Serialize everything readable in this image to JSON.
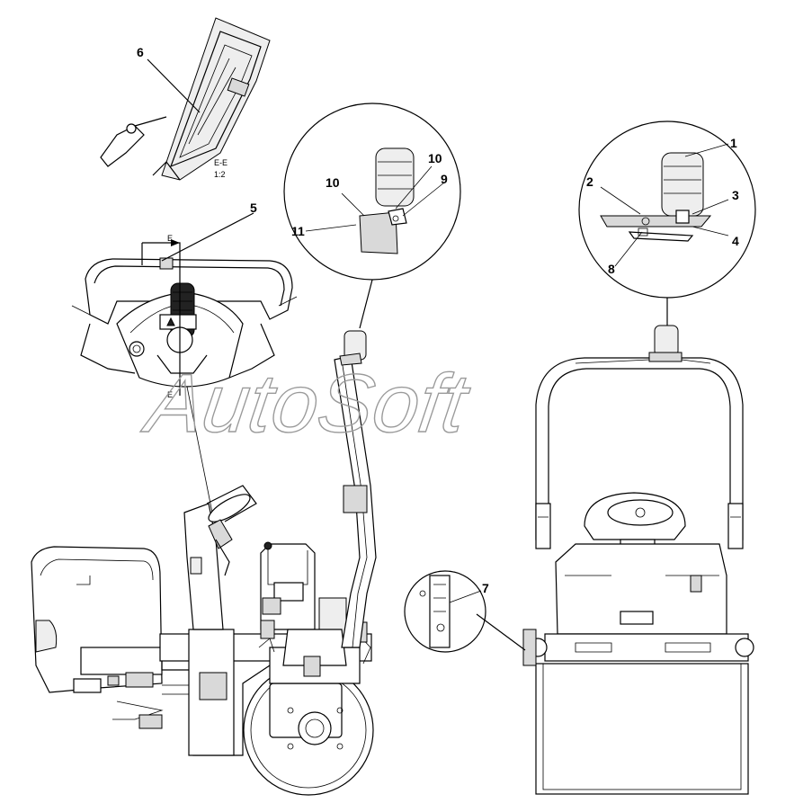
{
  "callouts": {
    "c1": "1",
    "c2": "2",
    "c3": "3",
    "c4": "4",
    "c5": "5",
    "c6": "6",
    "c7": "7",
    "c8": "8",
    "c9": "9",
    "c10a": "10",
    "c10b": "10",
    "c11": "11"
  },
  "section_label": "E-E",
  "section_scale": "1:2",
  "section_marker_left": "E",
  "section_marker_right": "E",
  "watermark": "AutoSoft"
}
